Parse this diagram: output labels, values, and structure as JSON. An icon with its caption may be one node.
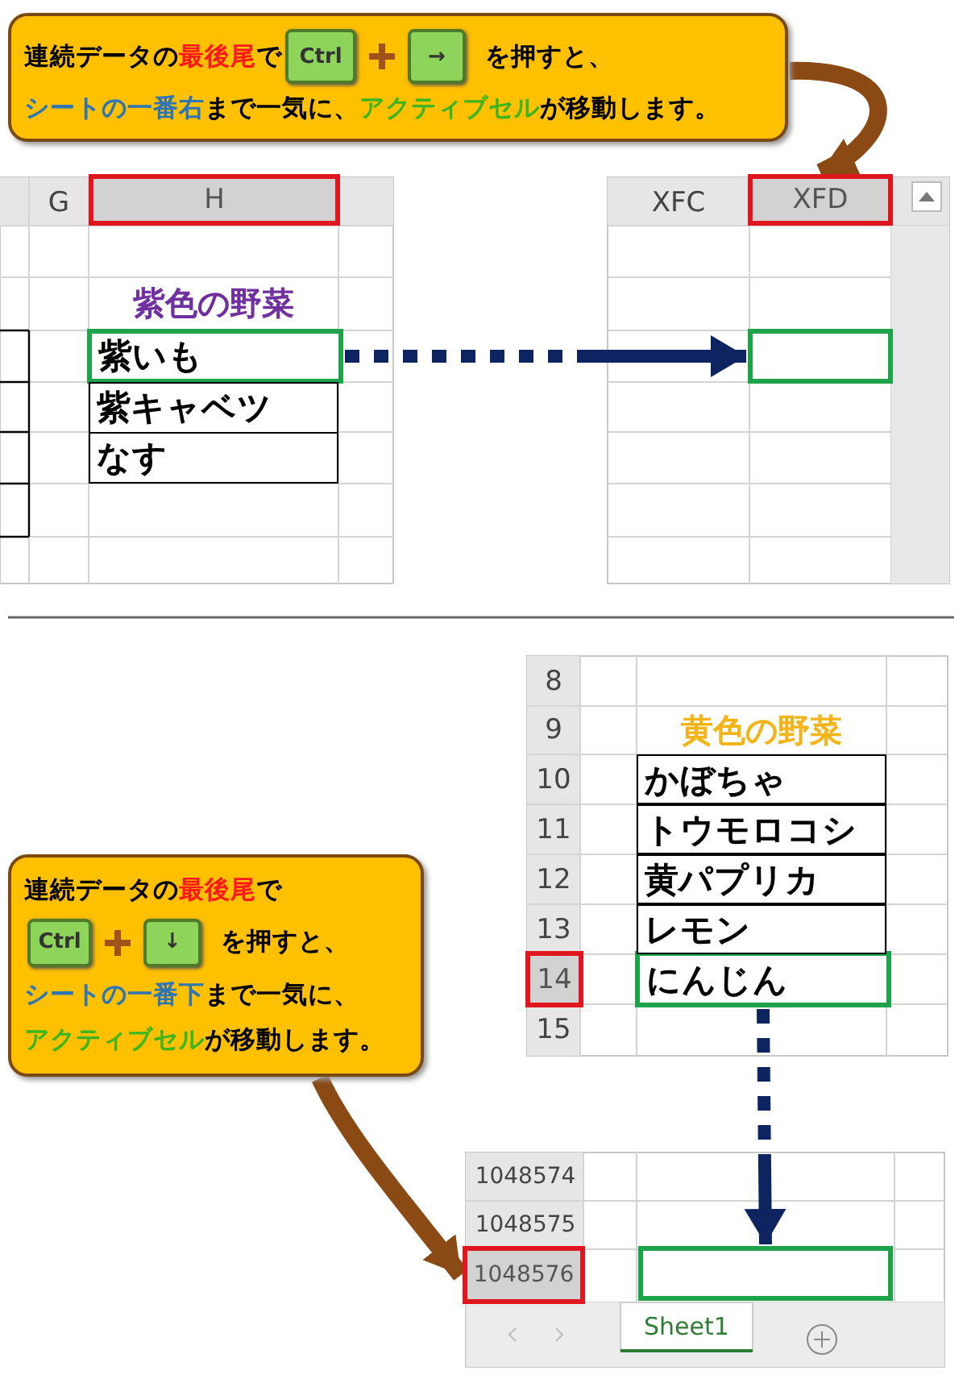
{
  "diagram": {
    "nodes": [
      {
        "text": [
          "連続データの",
          "最後尾",
          "で",
          "を押すと、",
          "シートの一番右",
          "まで一気に、",
          "アクティブセル",
          "が移動します。"
        ]
      },
      {
        "text": [
          "Ctrl"
        ],
        "in": 0
      },
      {
        "text": [
          "→"
        ],
        "in": 0
      },
      {
        "text": [
          "H"
        ]
      },
      {
        "text": [
          "XFD"
        ]
      },
      {
        "text": [
          "紫いも"
        ]
      },
      {
        "text": [],
        "shape": "box"
      },
      {
        "text": [
          "14"
        ]
      },
      {
        "text": [
          "にんじん"
        ]
      },
      {
        "text": [
          "連続データの",
          "最後尾",
          "で",
          "を押すと、",
          "シートの一番下",
          "まで一気に、",
          "アクティブセル",
          "が移動します。"
        ]
      },
      {
        "text": [
          "Ctrl"
        ],
        "in": 9
      },
      {
        "text": [
          "↓"
        ],
        "in": 9
      },
      {
        "text": [
          "1048576"
        ]
      },
      {
        "text": [],
        "shape": "box"
      }
    ],
    "edges": [
      {
        "from": 0,
        "to": 4,
        "arrow": "to",
        "color": "#8b4a14"
      },
      {
        "from": 5,
        "to": 6,
        "arrow": "to",
        "style": "dashed",
        "color": "#0d2461"
      },
      {
        "from": 9,
        "to": 12,
        "arrow": "to",
        "color": "#8b4a14"
      },
      {
        "from": 8,
        "to": 13,
        "arrow": "to",
        "style": "dashed",
        "color": "#0d2461"
      }
    ],
    "labels": [
      "G",
      "XFC",
      "紫色の野菜",
      "紫キャベツ",
      "なす",
      "8",
      "9",
      "黄色の野菜",
      "10",
      "かぼちゃ",
      "11",
      "トウモロコシ",
      "12",
      "黄パプリカ",
      "13",
      "レモン",
      "15",
      "1048574",
      "1048575",
      "Sheet1"
    ]
  }
}
